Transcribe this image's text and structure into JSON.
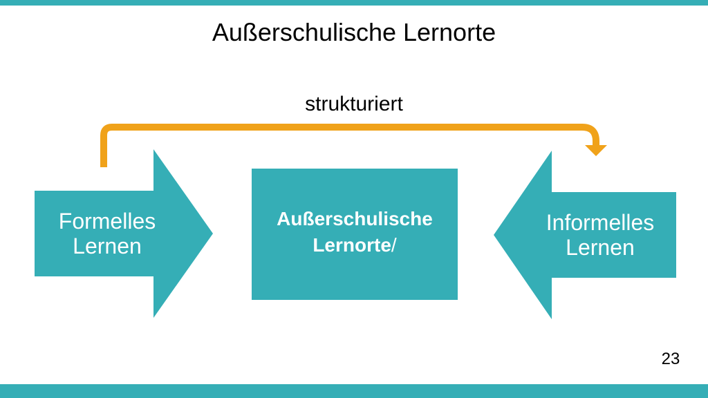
{
  "slide": {
    "title": "Außerschulische Lernorte",
    "page_number": "23"
  },
  "diagram": {
    "connector_label": "strukturiert",
    "left_shape": {
      "line1": "Formelles",
      "line2": "Lernen"
    },
    "center_box": {
      "line1": "Außerschulische",
      "line2": "Lernorte",
      "line2_suffix": "/"
    },
    "right_shape": {
      "line1": "Informelles",
      "line2": "Lernen"
    }
  },
  "colors": {
    "teal": "#35aeb6",
    "orange": "#f0a21a"
  }
}
